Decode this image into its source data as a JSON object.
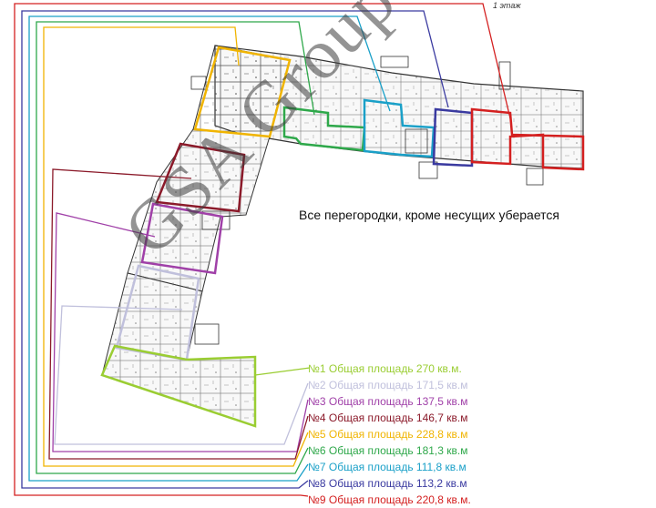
{
  "floor_label": "1 этаж",
  "note": "Все перегородки, кроме несущих уберается",
  "watermark": "GSA Group",
  "legend": [
    {
      "text": "№1 Общая площадь 270 кв.м.",
      "color": "#9acd32"
    },
    {
      "text": "№2 Общая площадь 171,5 кв.м",
      "color": "#c0c0dc"
    },
    {
      "text": "№3 Общая площадь 137,5 кв.м",
      "color": "#a040a8"
    },
    {
      "text": "№4 Общая площадь 146,7 кв.м",
      "color": "#8b1a2a"
    },
    {
      "text": "№5 Общая площадь 228,8 кв.м",
      "color": "#f0b400"
    },
    {
      "text": "№6 Общая площадь 181,3 кв.м",
      "color": "#2ea84a"
    },
    {
      "text": "№7 Общая площадь 111,8 кв.м",
      "color": "#1aa0c8"
    },
    {
      "text": "№8 Общая площадь 113,2 кв.м",
      "color": "#3a3aa0"
    },
    {
      "text": "№9 Общая площадь 220,8 кв.м.",
      "color": "#d42020"
    }
  ]
}
